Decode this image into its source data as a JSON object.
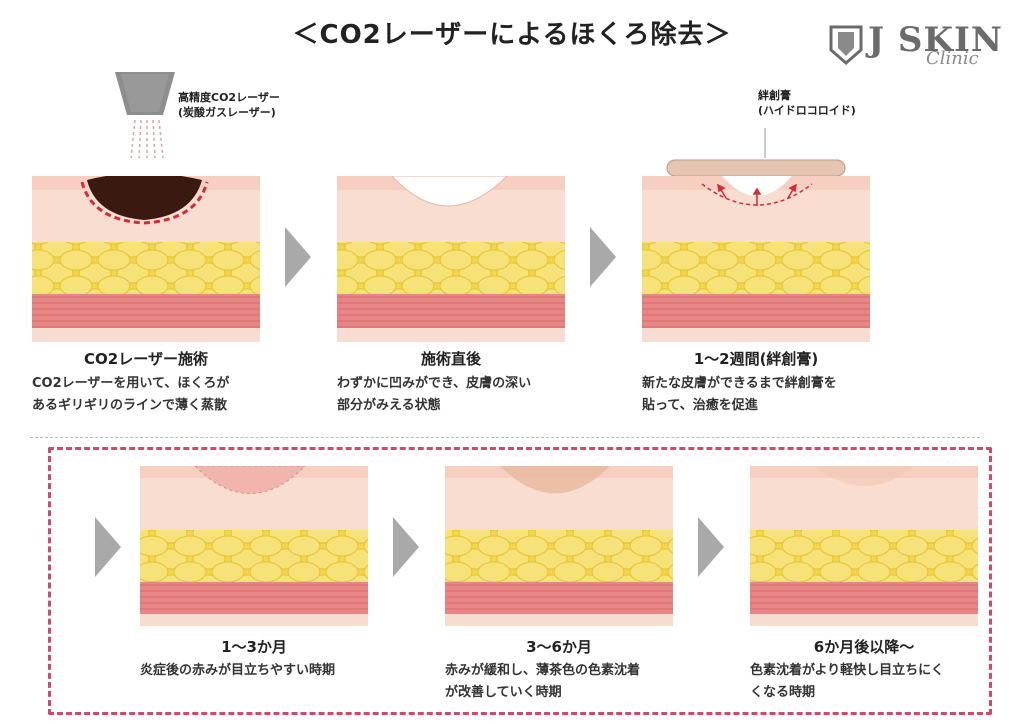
{
  "title": "＜CO2レーザーによるほくろ除去＞",
  "logo": {
    "main": "J SKIN",
    "sub": "Clinic"
  },
  "laser_label": [
    "高精度CO2レーザー",
    "(炭酸ガスレーザー)"
  ],
  "bandage_label": [
    "絆創膏",
    "(ハイドロコロイド)"
  ],
  "steps_top": [
    {
      "title": "CO2レーザー施術",
      "desc": [
        "CO2レーザーを用いて、ほくろが",
        "あるギリギリのラインで薄く蒸散"
      ]
    },
    {
      "title": "施術直後",
      "desc": [
        "わずかに凹みができ、皮膚の深い",
        "部分がみえる状態"
      ]
    },
    {
      "title": "1～2週間(絆創膏)",
      "desc": [
        "新たな皮膚ができるまで絆創膏を",
        "貼って、治癒を促進"
      ]
    }
  ],
  "steps_bottom": [
    {
      "title": "1～3か月",
      "desc": [
        "炎症後の赤みが目立ちやすい時期"
      ]
    },
    {
      "title": "3～6か月",
      "desc": [
        "赤みが緩和し、薄茶色の色素沈着",
        "が改善していく時期"
      ]
    },
    {
      "title": "6か月後以降～",
      "desc": [
        "色素沈着がより軽快し目立ちにく",
        "くなる時期"
      ]
    }
  ],
  "colors": {
    "epidermis": "#f6cfc0",
    "fat": "#f3d64a",
    "muscle": "#e88585",
    "mole": "#3a1a10",
    "frame": "#cf4a6a",
    "arrow": "#a9a9a9"
  }
}
